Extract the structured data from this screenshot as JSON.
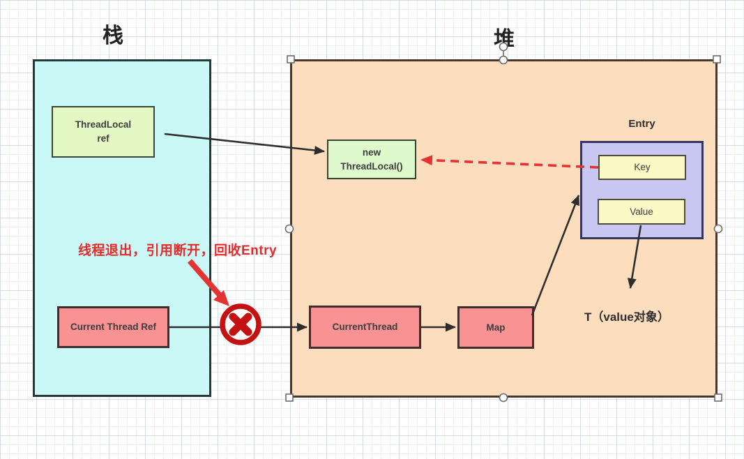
{
  "diagram": {
    "stack": {
      "title": "栈",
      "fill": "#c9f8f6"
    },
    "heap": {
      "title": "堆",
      "fill": "#fcddbe"
    },
    "nodes": {
      "threadlocal_ref": {
        "label": "ThreadLocal\nref",
        "fill": "#e4f8c3"
      },
      "new_threadlocal": {
        "label": "new\nThreadLocal()",
        "fill": "#def9cb"
      },
      "entry": {
        "label": "Entry",
        "fill": "#c7c7f1"
      },
      "key": {
        "label": "Key",
        "fill": "#fcf9c7"
      },
      "value": {
        "label": "Value",
        "fill": "#fcf9c7"
      },
      "current_thread_ref": {
        "label": "Current Thread Ref",
        "fill": "#f99292"
      },
      "current_thread": {
        "label": "CurrentThread",
        "fill": "#f99292"
      },
      "map": {
        "label": "Map",
        "fill": "#f99292"
      },
      "t_value": {
        "label": "T（value对象）"
      }
    },
    "annotation": {
      "text": "线程退出，引用断开，回收Entry",
      "color": "#e32b2b"
    },
    "accent_red": "#c41212",
    "edges": [
      "ThreadLocal ref -> new ThreadLocal()",
      "Key -> new ThreadLocal() (red dashed weak reference)",
      "Current Thread Ref -x-> CurrentThread (broken)",
      "CurrentThread -> Map",
      "Map -> Entry",
      "Value -> T（value对象）"
    ]
  }
}
